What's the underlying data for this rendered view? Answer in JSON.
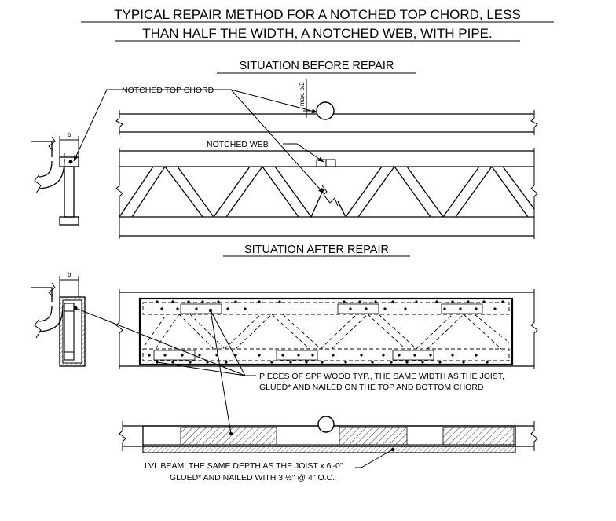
{
  "title": {
    "line1": "TYPICAL REPAIR METHOD FOR A NOTCHED TOP CHORD, LESS",
    "line2": "THAN HALF THE WIDTH, A NOTCHED WEB, WITH PIPE."
  },
  "before": {
    "heading": "SITUATION BEFORE REPAIR",
    "label_top_chord": "NOTCHED TOP CHORD",
    "label_web": "NOTCHED WEB",
    "dim_max": "max. b/2",
    "dim_b": "b"
  },
  "after": {
    "heading": "SITUATION AFTER REPAIR",
    "dim_b": "b",
    "note_spf_line1": "PIECES OF SPF WOOD TYP., THE SAME WIDTH AS THE JOIST,",
    "note_spf_line2": "GLUED* AND NAILED ON THE TOP AND BOTTOM CHORD",
    "note_lvl_line1": "LVL BEAM, THE SAME DEPTH AS THE JOIST x 6'-0\"",
    "note_lvl_line2": "GLUED* AND NAILED WITH 3 ½\" @ 4\" O.C."
  }
}
